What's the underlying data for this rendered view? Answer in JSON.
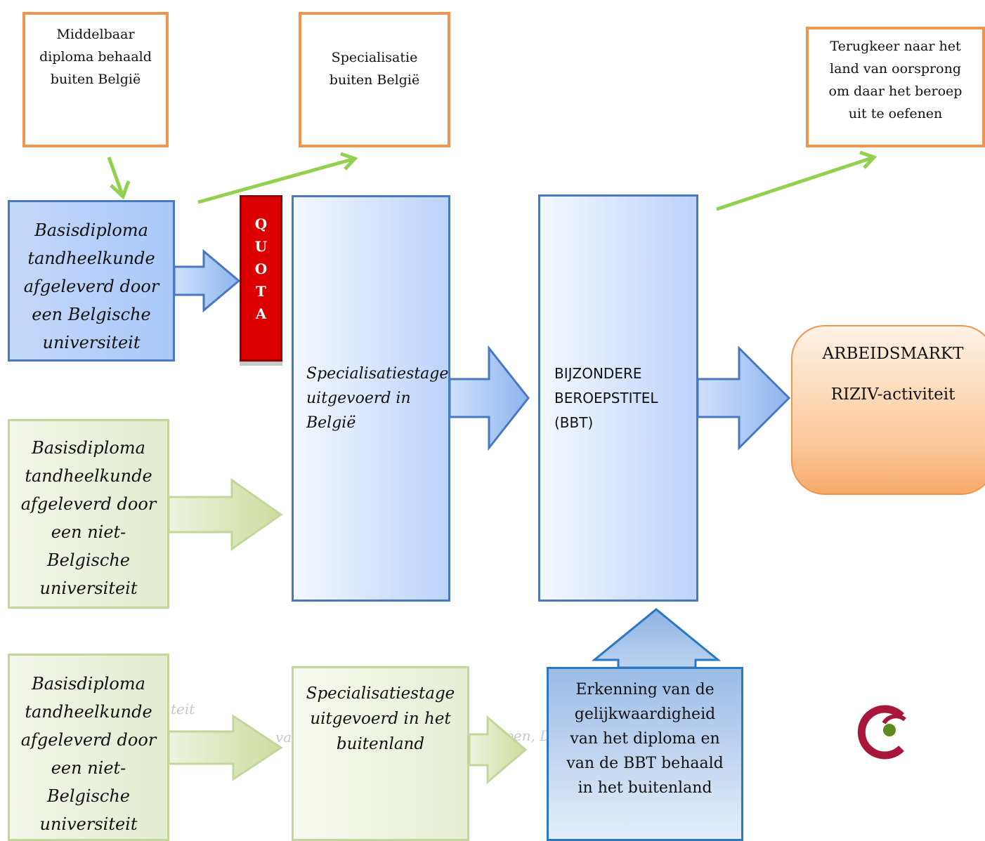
{
  "top_boxes": {
    "secondary_abroad": "Middelbaar diploma behaald buiten België",
    "specialisation_abroad": "Specialisatie buiten België",
    "return_home": "Terugkeer naar het land van oorsprong om daar het beroep uit te oefenen"
  },
  "sources": {
    "belgian": "Basisdiploma tandheelkunde afgeleverd door een Belgische universiteit",
    "foreign_1": "Basisdiploma tandheelkunde afgeleverd door een niet-Belgische universiteit",
    "foreign_2": "Basisdiploma tandheelkunde afgeleverd door een niet-Belgische universiteit"
  },
  "quota": [
    "Q",
    "U",
    "O",
    "T",
    "A"
  ],
  "internship_belgium": "Specialisatiestage uitgevoerd in België",
  "internship_abroad": "Specialisatiestage uitgevoerd in het buitenland",
  "bbt": "BIJZONDERE BEROEPSTITEL (BBT)",
  "recognition": "Erkenning van de gelijkwaardigheid van het diploma en van de BBT behaald in het buitenland",
  "labour_market": {
    "title": "ARBEIDSMARKT",
    "subtitle": "RIZIV-activiteit"
  },
  "background_fragments": {
    "a": "teit",
    "b": "van",
    "c": "beroepen, D"
  },
  "colors": {
    "orange_border": "#f0954d",
    "blue_border": "#4a78bd",
    "green_border": "#c3d69b",
    "quota_red": "#dd0000",
    "arrow_green": "#92d050",
    "logo_red": "#a6173a",
    "logo_green": "#5b8a22"
  }
}
